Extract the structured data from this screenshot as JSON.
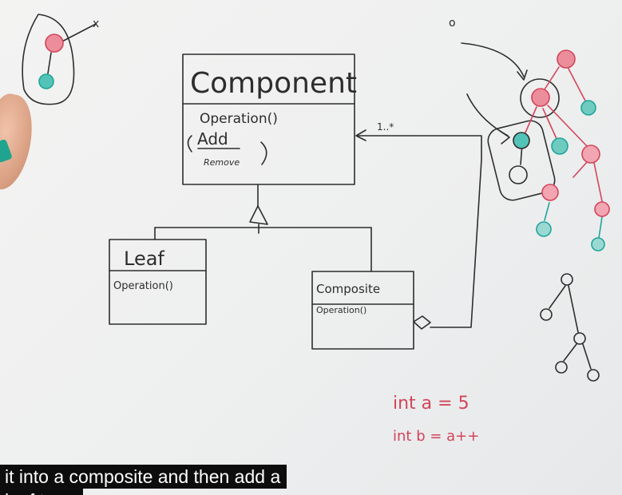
{
  "classes": {
    "component": {
      "name": "Component",
      "methods": [
        "Operation()",
        "Add",
        "Remove"
      ]
    },
    "leaf": {
      "name": "Leaf",
      "method": "Operation()"
    },
    "composite": {
      "name": "Composite",
      "method": "Operation()"
    }
  },
  "multiplicity": "1..*",
  "code": [
    "int a = 5",
    "int b = a++"
  ],
  "marks": {
    "x_label": "x",
    "o_label": "o"
  },
  "caption": {
    "line1": "it into a composite and then add a",
    "line2": "leaf to"
  },
  "colors": {
    "ink": "#2d2d2d",
    "red": "#d2455a",
    "teal": "#1fa59a",
    "caption_bg": "#0d0d0d"
  }
}
